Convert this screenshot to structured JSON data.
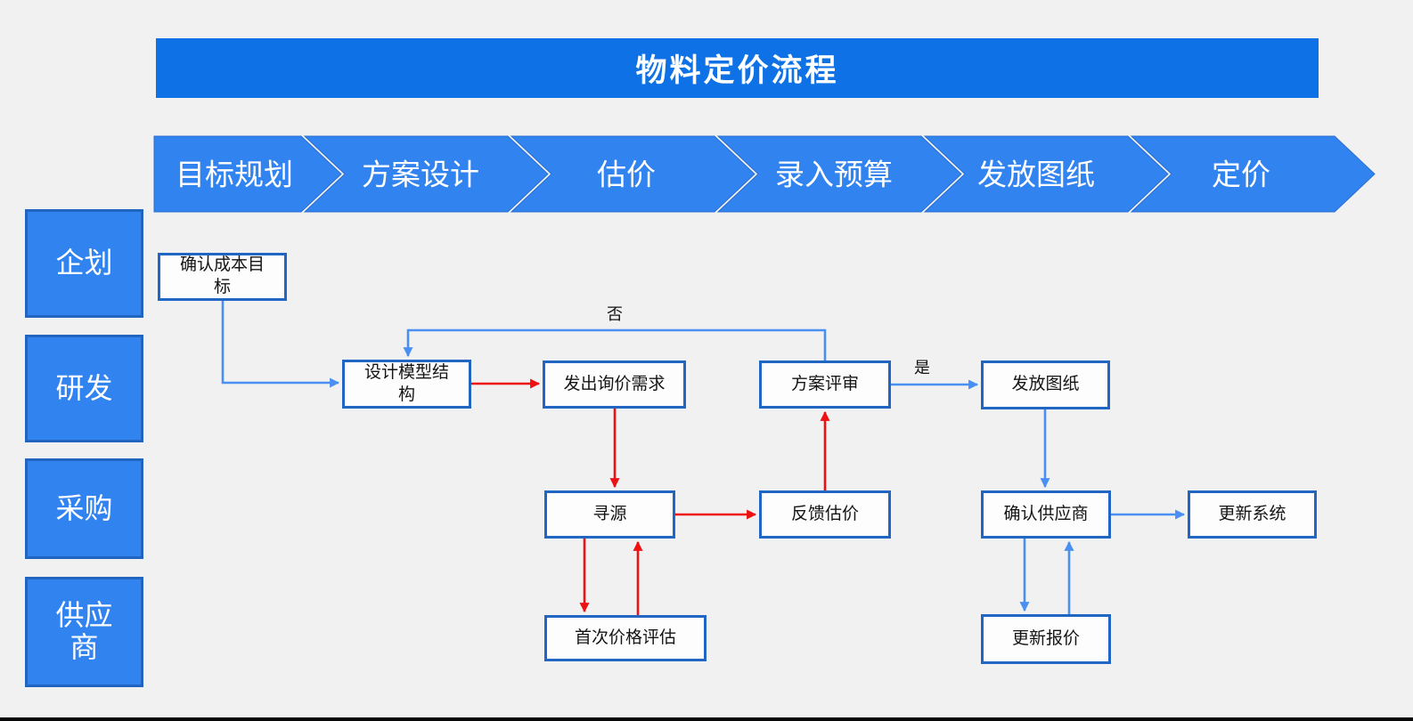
{
  "title_bar": {
    "text": "物料定价流程"
  },
  "phase_bar": {
    "phases": [
      {
        "label": "目标规划"
      },
      {
        "label": "方案设计"
      },
      {
        "label": "估价"
      },
      {
        "label": "录入预算"
      },
      {
        "label": "发放图纸"
      },
      {
        "label": "定价"
      }
    ]
  },
  "lanes": [
    {
      "label": "企划"
    },
    {
      "label": "研发"
    },
    {
      "label": "采购"
    },
    {
      "label": "供应商"
    }
  ],
  "flow_nodes": {
    "confirm_cost_target": {
      "label": "确认成本目标"
    },
    "design_model_structure": {
      "label": "设计模型结构"
    },
    "send_inquiry_request": {
      "label": "发出询价需求"
    },
    "plan_review": {
      "label": "方案评审"
    },
    "release_drawings": {
      "label": "发放图纸"
    },
    "sourcing": {
      "label": "寻源"
    },
    "feedback_estimate": {
      "label": "反馈估价"
    },
    "confirm_supplier": {
      "label": "确认供应商"
    },
    "update_system": {
      "label": "更新系统"
    },
    "first_price_evaluation": {
      "label": "首次价格评估"
    },
    "update_quote": {
      "label": "更新报价"
    }
  },
  "edge_labels": {
    "no": "否",
    "yes": "是"
  },
  "colors": {
    "banner_blue": "#0e72e6",
    "shape_blue": "#3183f0",
    "shape_border_blue": "#2165c0",
    "box_border_blue": "#2266c4",
    "arrow_blue": "#4a90f2",
    "arrow_red": "#ee1111",
    "background": "#f1f1f2"
  }
}
